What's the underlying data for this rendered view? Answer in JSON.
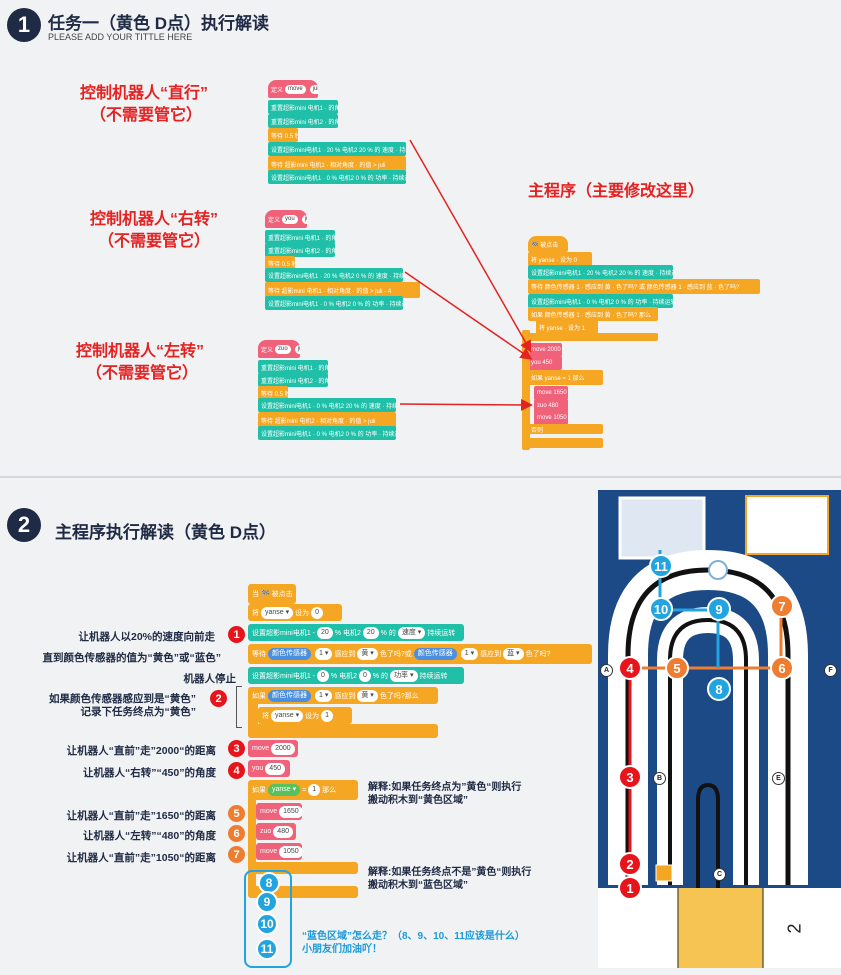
{
  "section1": {
    "number": "1",
    "title": "任务一（黄色 D点）执行解读",
    "subtitle": "PLEASE ADD YOUR TITTLE HERE",
    "label_straight": "控制机器人“直行”",
    "label_right": "控制机器人“右转”",
    "label_left": "控制机器人“左转”",
    "ignore": "（不需要管它）",
    "main_label": "主程序（主要修改这里）",
    "def_straight": {
      "name": "move",
      "param": "juli"
    },
    "def_right": {
      "name": "you",
      "param": "juli"
    },
    "def_left": {
      "name": "zuo",
      "param": "juli"
    }
  },
  "section2": {
    "number": "2",
    "title": "主程序执行解读（黄色 D点）",
    "descs": [
      "让机器人以20%的速度向前走",
      "直到颜色传感器的值为“黄色”或“蓝色”",
      "机器人停止",
      "如果颜色传感器感应到是“黄色”",
      "记录下任务终点为“黄色”",
      "让机器人“直前”走”2000“的距离",
      "让机器人“右转”“450”的角度",
      "让机器人“直前”走”1650“的距离",
      "让机器人“左转”“480”的角度",
      "让机器人“直前”走”1050“的距离"
    ],
    "steps": [
      "1",
      "2",
      "3",
      "4",
      "5",
      "6",
      "7"
    ],
    "blue_steps": [
      "8",
      "9",
      "10",
      "11"
    ],
    "note_yellow": [
      "解释:如果任务终点为”黄色“则执行",
      "搬动积木到“黄色区域”"
    ],
    "note_blue": [
      "解释:如果任务终点不是”黄色“则执行",
      "搬动积木到“蓝色区域”"
    ],
    "question": [
      "“蓝色区域”怎么走？（8、9、10、11应该是什么）",
      "小朋友们加油吖！"
    ],
    "blocks": {
      "hat": "当 🏁 被点击",
      "set_var": "将",
      "var": "yanse ▾",
      "to": "设为",
      "zero": "0",
      "one": "1",
      "motor": "设置超影mini电机1 -",
      "m1v": "20",
      "pct": "% 电机2",
      "m2v": "20",
      "pct2": "% 的",
      "speed": "速度 ▾",
      "run": "持续运转",
      "wait": "等待",
      "sensor": "颜色传感器",
      "sn": "1 ▾",
      "sensed": "感应到",
      "yellow": "黄 ▾",
      "colorq": "色了吗?",
      "or": "或",
      "blue": "蓝 ▾",
      "stop0": "0",
      "power": "功率 ▾",
      "if": "如果",
      "then": "那么",
      "eq": "=",
      "move": "move",
      "you": "you",
      "zuo": "zuo",
      "v2000": "2000",
      "v450": "450",
      "v1650": "1650",
      "v480": "480",
      "v1050": "1050"
    }
  },
  "map": {
    "labels": [
      "A",
      "B",
      "C",
      "E",
      "F"
    ],
    "zone2": "2"
  },
  "colors": {
    "accent_red": "#e52222",
    "orange": "#ee7d31",
    "blue": "#22a4e0",
    "navy": "#1f2a44"
  }
}
